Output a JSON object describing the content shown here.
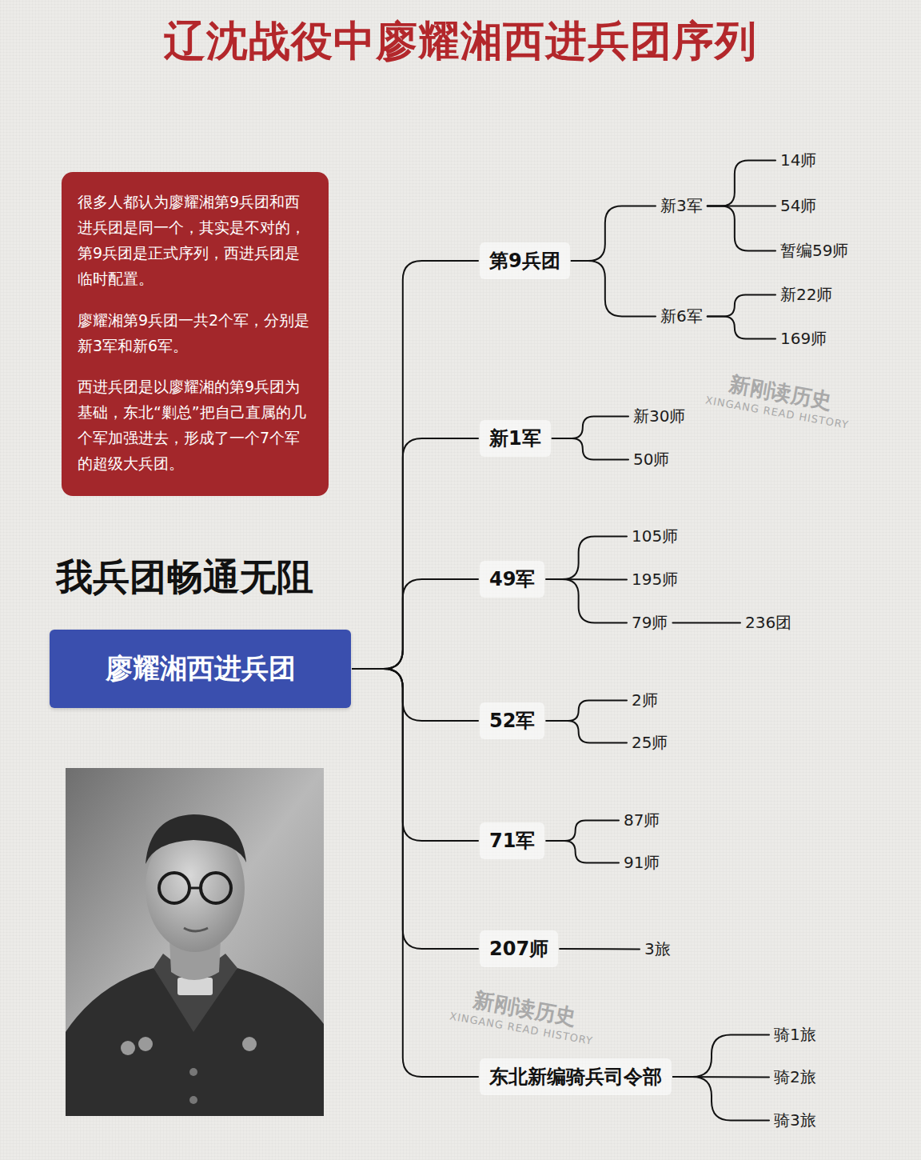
{
  "diagram": {
    "title": "辽沈战役中廖耀湘西进兵团序列",
    "nodes": [
      {
        "text": [
          "很多人都认为廖耀湘第9兵团和西进兵团是同一个，其实是不对的，第9兵团是正式序列，西进兵团是临时配置。",
          "廖耀湘第9兵团一共2个军，分别是新3军和新6军。",
          "西进兵团是以廖耀湘的第9兵团为基础，东北“剿总”把自己直属的几个军加强进去，形成了一个7个军的超级大兵团。"
        ]
      },
      {
        "text": [
          "廖耀湘西进兵团"
        ]
      },
      {
        "text": [
          "第9兵团"
        ]
      },
      {
        "text": [
          "新3军"
        ]
      },
      {
        "text": [
          "14师"
        ]
      },
      {
        "text": [
          "54师"
        ]
      },
      {
        "text": [
          "暂编59师"
        ]
      },
      {
        "text": [
          "新6军"
        ]
      },
      {
        "text": [
          "新22师"
        ]
      },
      {
        "text": [
          "169师"
        ]
      },
      {
        "text": [
          "新1军"
        ]
      },
      {
        "text": [
          "新30师"
        ]
      },
      {
        "text": [
          "50师"
        ]
      },
      {
        "text": [
          "49军"
        ]
      },
      {
        "text": [
          "105师"
        ]
      },
      {
        "text": [
          "195师"
        ]
      },
      {
        "text": [
          "79师"
        ]
      },
      {
        "text": [
          "236团"
        ]
      },
      {
        "text": [
          "52军"
        ]
      },
      {
        "text": [
          "2师"
        ]
      },
      {
        "text": [
          "25师"
        ]
      },
      {
        "text": [
          "71军"
        ]
      },
      {
        "text": [
          "87师"
        ]
      },
      {
        "text": [
          "91师"
        ]
      },
      {
        "text": [
          "207师"
        ]
      },
      {
        "text": [
          "3旅"
        ]
      },
      {
        "text": [
          "东北新编骑兵司令部"
        ]
      },
      {
        "text": [
          "骑1旅"
        ]
      },
      {
        "text": [
          "骑2旅"
        ]
      },
      {
        "text": [
          "骑3旅"
        ]
      }
    ],
    "edges": [
      {
        "from": 1,
        "to": 2,
        "arrow": "none"
      },
      {
        "from": 1,
        "to": 10,
        "arrow": "none"
      },
      {
        "from": 1,
        "to": 13,
        "arrow": "none"
      },
      {
        "from": 1,
        "to": 18,
        "arrow": "none"
      },
      {
        "from": 1,
        "to": 21,
        "arrow": "none"
      },
      {
        "from": 1,
        "to": 24,
        "arrow": "none"
      },
      {
        "from": 1,
        "to": 26,
        "arrow": "none"
      },
      {
        "from": 2,
        "to": 3,
        "arrow": "none"
      },
      {
        "from": 2,
        "to": 7,
        "arrow": "none"
      },
      {
        "from": 3,
        "to": 4,
        "arrow": "none"
      },
      {
        "from": 3,
        "to": 5,
        "arrow": "none"
      },
      {
        "from": 3,
        "to": 6,
        "arrow": "none"
      },
      {
        "from": 7,
        "to": 8,
        "arrow": "none"
      },
      {
        "from": 7,
        "to": 9,
        "arrow": "none"
      },
      {
        "from": 10,
        "to": 11,
        "arrow": "none"
      },
      {
        "from": 10,
        "to": 12,
        "arrow": "none"
      },
      {
        "from": 13,
        "to": 14,
        "arrow": "none"
      },
      {
        "from": 13,
        "to": 15,
        "arrow": "none"
      },
      {
        "from": 13,
        "to": 16,
        "arrow": "none"
      },
      {
        "from": 16,
        "to": 17,
        "arrow": "none"
      },
      {
        "from": 18,
        "to": 19,
        "arrow": "none"
      },
      {
        "from": 18,
        "to": 20,
        "arrow": "none"
      },
      {
        "from": 21,
        "to": 22,
        "arrow": "none"
      },
      {
        "from": 21,
        "to": 23,
        "arrow": "none"
      },
      {
        "from": 24,
        "to": 25,
        "arrow": "none"
      },
      {
        "from": 26,
        "to": 27,
        "arrow": "none"
      },
      {
        "from": 26,
        "to": 28,
        "arrow": "none"
      },
      {
        "from": 26,
        "to": 29,
        "arrow": "none"
      }
    ],
    "labels": [
      "我兵团畅通无阻",
      "新刚读历史",
      "XINGANG READ HISTORY",
      "新刚读历史",
      "XINGANG READ HISTORY"
    ]
  }
}
